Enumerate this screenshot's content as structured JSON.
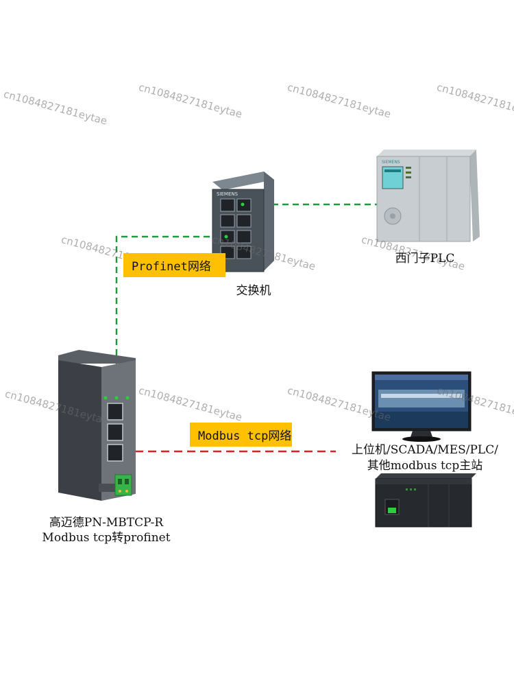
{
  "devices": {
    "switch": {
      "label": "交换机",
      "brand": "SIEMENS"
    },
    "plc": {
      "label": "西门子PLC",
      "brand": "SIEMENS"
    },
    "gateway": {
      "label_line1": "高迈德PN-MBTCP-R",
      "label_line2": "Modbus tcp转profinet"
    },
    "master": {
      "label_line1": "上位机/SCADA/MES/PLC/",
      "label_line2": "其他modbus tcp主站"
    }
  },
  "networks": {
    "profinet": {
      "label": "Profinet网络",
      "color": "#1a9a3a"
    },
    "modbus": {
      "label": "Modbus tcp网络",
      "color": "#e02020"
    }
  },
  "tag_color": "#ffc000",
  "watermark": "cn1084827181eytae"
}
